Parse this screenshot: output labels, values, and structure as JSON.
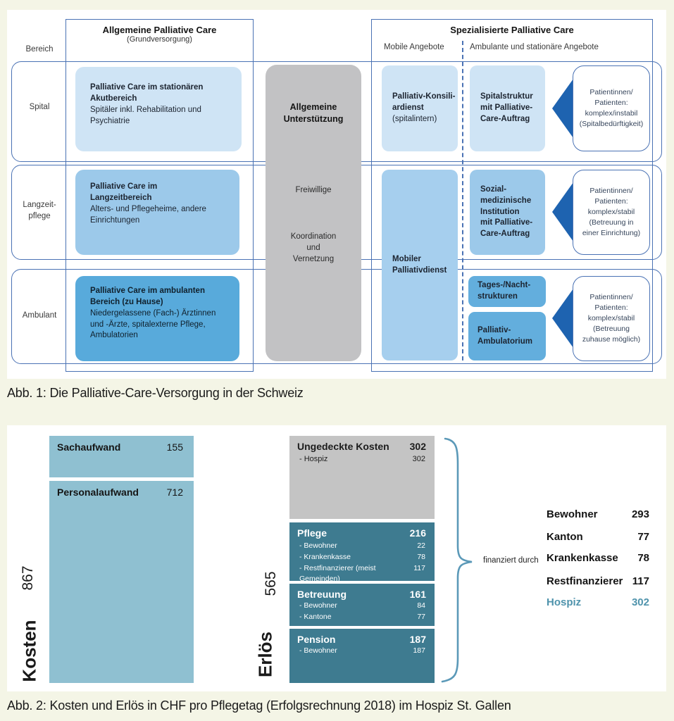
{
  "figure1": {
    "caption": "Abb. 1: Die Palliative-Care-Versorgung in der Schweiz",
    "bereich_label": "Bereich",
    "allgemeine_header": {
      "title": "Allgemeine Palliative Care",
      "subtitle": "(Grundversorgung)"
    },
    "spezialisierte_header": {
      "title": "Spezialisierte Palliative Care",
      "col_mobile": "Mobile Angebote",
      "col_ambulant": "Ambulante und stationäre Angebote"
    },
    "support_column": {
      "title": "Allgemeine\nUnterstützung",
      "item1": "Freiwillige",
      "item2": "Koordination\nund\nVernetzung"
    },
    "mobile_tall_box": "Mobiler\nPalliativdienst",
    "rows": [
      {
        "label": "Spital",
        "care_title": "Palliative Care im stationären\nAkutbereich",
        "care_body": "Spitäler inkl. Rehabilitation und\nPsychiatrie",
        "mobile_box_title": "Palliativ-Konsili-\nardienst",
        "mobile_box_body": "(spitalintern)",
        "spez_box": "Spitalstruktur\nmit Palliative-\nCare-Auftrag",
        "patient": "Patientinnen/\nPatienten:\nkomplex/instabil\n(Spitalbedürftigkeit)"
      },
      {
        "label": "Langzeit-\npflege",
        "care_title": "Palliative Care im\nLangzeitbereich",
        "care_body": "Alters- und Pflegeheime, andere\nEinrichtungen",
        "spez_box": "Sozial-\nmedizinische\nInstitution\nmit Palliative-\nCare-Auftrag",
        "patient": "Patientinnen/\nPatienten:\nkomplex/stabil\n(Betreuung in\neiner Einrichtung)"
      },
      {
        "label": "Ambulant",
        "care_title": "Palliative Care im ambulanten\nBereich (zu Hause)",
        "care_body": "Niedergelassene (Fach-) Ärztinnen\nund -Ärzte, spitalexterne Pflege,\nAmbulatorien",
        "spez_box_1": "Tages-/Nacht-\nstrukturen",
        "spez_box_2": "Palliativ-\nAmbulatorium",
        "patient": "Patientinnen/\nPatienten:\nkomplex/stabil\n(Betreuung\nzuhause möglich)"
      }
    ]
  },
  "chart_data": {
    "type": "bar",
    "caption": "Abb. 2: Kosten und Erlös in CHF pro Pflegetag (Erfolgsrechnung 2018) im Hospiz St. Gallen",
    "unit": "CHF pro Pflegetag",
    "bars": [
      {
        "name": "Kosten",
        "total": 867,
        "segments": [
          {
            "label": "Sachaufwand",
            "value": 155
          },
          {
            "label": "Personalaufwand",
            "value": 712
          }
        ]
      },
      {
        "name": "Erlös",
        "total": 565,
        "segments": [
          {
            "label": "Ungedeckte Kosten",
            "value": 302,
            "subs": [
              {
                "label": "- Hospiz",
                "value": 302
              }
            ]
          },
          {
            "label": "Pflege",
            "value": 216,
            "subs": [
              {
                "label": "- Bewohner",
                "value": 22
              },
              {
                "label": "- Krankenkasse",
                "value": 78
              },
              {
                "label": "- Restfinanzierer (meist Gemeinden)",
                "value": 117
              }
            ]
          },
          {
            "label": "Betreuung",
            "value": 161,
            "subs": [
              {
                "label": "- Bewohner",
                "value": 84
              },
              {
                "label": "- Kantone",
                "value": 77
              }
            ]
          },
          {
            "label": "Pension",
            "value": 187,
            "subs": [
              {
                "label": "- Bewohner",
                "value": 187
              }
            ]
          }
        ]
      }
    ],
    "financed_by": {
      "label": "finanziert durch",
      "items": [
        {
          "label": "Bewohner",
          "value": 293
        },
        {
          "label": "Kanton",
          "value": 77
        },
        {
          "label": "Krankenkasse",
          "value": 78
        },
        {
          "label": "Restfinanzierer",
          "value": 117
        },
        {
          "label": "Hospiz",
          "value": 302
        }
      ]
    },
    "colors": {
      "kosten_bar": "#8fc0d1",
      "uncovered_segment": "#c4c4c4",
      "revenue_segment": "#3e7b90",
      "hospiz_highlight": "#4f93ac",
      "diagram_border": "#4a72b4",
      "arrow_blue": "#1e63b0"
    }
  }
}
